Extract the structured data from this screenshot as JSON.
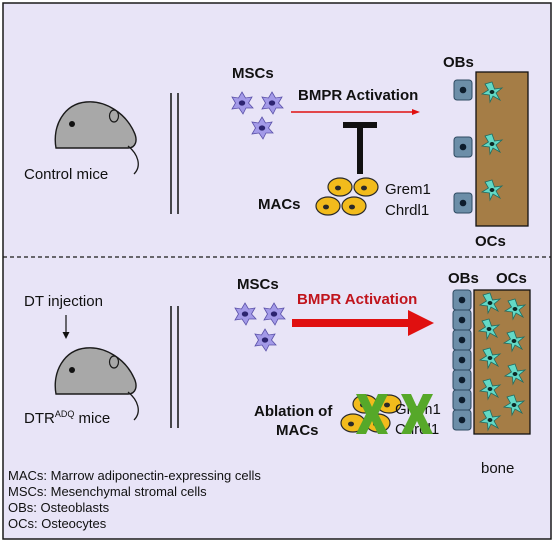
{
  "colors": {
    "panel_bg": "#e8e4f7",
    "border": "#1a1a1a",
    "msc_cell": "#a39ae8",
    "mac_cell": "#f2bb1c",
    "ob_cell": "#6c8ea8",
    "bone": "#a57d46",
    "osteocyte": "#63d9c6",
    "arrow_red": "#e01010",
    "cross_green": "#56a829",
    "mouse": "#a8a8a8"
  },
  "top_panel": {
    "mouse_label": "Control mice",
    "mscs_label": "MSCs",
    "bmpr_label": "BMPR Activation",
    "macs_label": "MACs",
    "grem1_label": "Grem1",
    "chrdl1_label": "Chrdl1",
    "obs_label": "OBs",
    "ocs_label": "OCs"
  },
  "bottom_panel": {
    "dt_label": "DT injection",
    "mouse_label_main": "DTR",
    "mouse_label_sup": "ADQ",
    "mouse_label_tail": " mice",
    "mscs_label": "MSCs",
    "bmpr_label": "BMPR Activation",
    "ablation_line1": "Ablation of",
    "ablation_line2": "MACs",
    "grem1_label": "Grem1",
    "chrdl1_label": "Chrdl1",
    "obs_label": "OBs",
    "ocs_label": "OCs",
    "bone_label": "bone"
  },
  "legend": [
    "MACs: Marrow adiponectin-expressing cells",
    "MSCs: Mesenchymal stromal cells",
    "OBs: Osteoblasts",
    "OCs: Osteocytes"
  ]
}
